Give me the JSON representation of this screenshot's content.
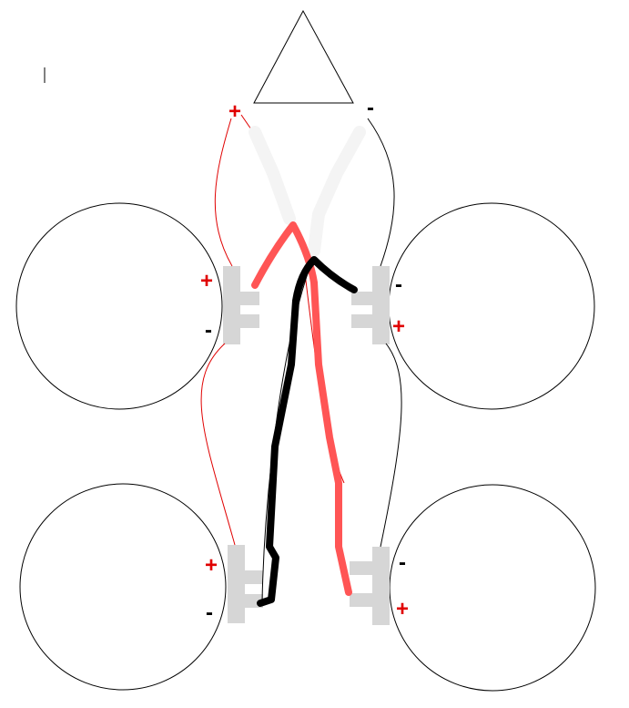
{
  "amplifier": {
    "plus": "+",
    "minus": "-"
  },
  "speakers": [
    {
      "id": "top-left",
      "plus": "+",
      "minus": "-"
    },
    {
      "id": "top-right",
      "plus": "+",
      "minus": "-"
    },
    {
      "id": "bottom-left",
      "plus": "+",
      "minus": "-"
    },
    {
      "id": "bottom-right",
      "plus": "+",
      "minus": "-"
    }
  ],
  "colors": {
    "positive": "#e00000",
    "negative": "#000000",
    "terminal": "#d6d6d6",
    "thick_positive": "#ff5555",
    "ghost": "#f4f4f4"
  }
}
